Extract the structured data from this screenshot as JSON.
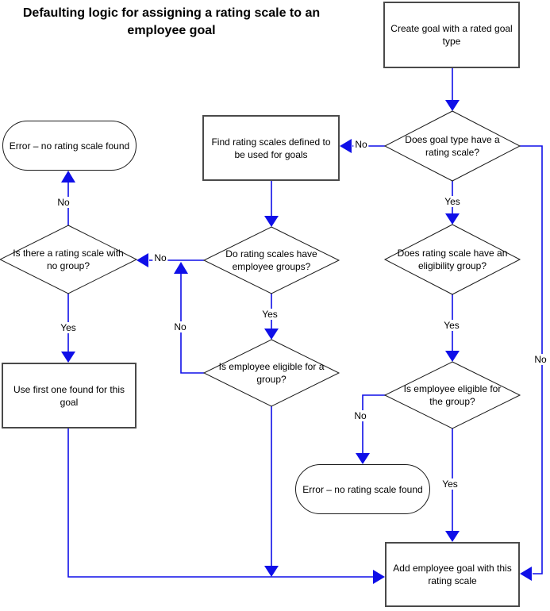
{
  "title": "Defaulting logic for assigning a rating scale to an employee goal",
  "colors": {
    "connector": "#0f0fe8",
    "process_border": "#4a4a4a",
    "shape_border": "#1a1a1a",
    "background": "#ffffff"
  },
  "nodes": {
    "create_goal": {
      "type": "process",
      "label": "Create goal with a rated goal type"
    },
    "does_goal_type_have_rating_scale": {
      "type": "decision",
      "label": "Does goal type have a rating scale?"
    },
    "find_rating_scales": {
      "type": "process",
      "label": "Find rating scales defined to be used for goals"
    },
    "error_top": {
      "type": "terminator",
      "label": "Error – no rating scale found"
    },
    "is_there_rating_scale_with_no_group": {
      "type": "decision",
      "label": "Is there a rating scale with no group?"
    },
    "do_rating_scales_have_employee_groups": {
      "type": "decision",
      "label": "Do rating scales have employee groups?"
    },
    "does_rating_scale_have_eligibility_group": {
      "type": "decision",
      "label": "Does rating scale have an eligibility group?"
    },
    "is_employee_eligible_for_a_group": {
      "type": "decision",
      "label": "Is employee eligible for a group?"
    },
    "is_employee_eligible_for_the_group": {
      "type": "decision",
      "label": "Is employee eligible for the group?"
    },
    "use_first_one_found": {
      "type": "process",
      "label": "Use first one found for this goal"
    },
    "error_bottom": {
      "type": "terminator",
      "label": "Error – no rating scale found"
    },
    "add_employee_goal": {
      "type": "process",
      "label": "Add employee goal with this rating scale"
    }
  },
  "edge_labels": {
    "goal_type_no": "No",
    "goal_type_yes": "Yes",
    "goal_type_right_no": "No",
    "emp_groups_no": "No",
    "emp_groups_yes": "Yes",
    "no_group_no": "No",
    "no_group_yes": "Yes",
    "eligible_a_no": "No",
    "eligibility_yes": "Yes",
    "eligible_the_no": "No",
    "eligible_the_yes": "Yes"
  }
}
